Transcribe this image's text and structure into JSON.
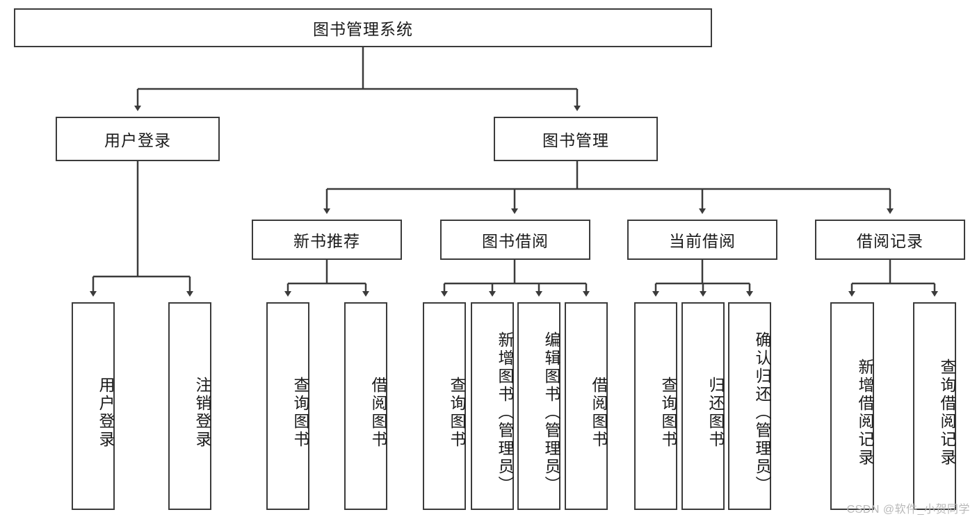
{
  "diagram": {
    "title": "图书管理系统",
    "type": "hierarchy-tree",
    "colors": {
      "box_border": "#3b3b3b",
      "box_fill": "#ffffff",
      "line": "#3b3b3b",
      "text": "#1a1a1a",
      "watermark": "#b9b9b9"
    },
    "root": {
      "label": "图书管理系统"
    },
    "level2": [
      {
        "label": "用户登录"
      },
      {
        "label": "图书管理"
      }
    ],
    "level3": [
      {
        "label": "新书推荐"
      },
      {
        "label": "图书借阅"
      },
      {
        "label": "当前借阅"
      },
      {
        "label": "借阅记录"
      }
    ],
    "leaves": {
      "user_login": [
        {
          "label": "用户登录"
        },
        {
          "label": "注销登录"
        }
      ],
      "new_book_recommend": [
        {
          "label": "查询图书"
        },
        {
          "label": "借阅图书"
        }
      ],
      "book_borrow": [
        {
          "label": "查询图书"
        },
        {
          "label": "新增图书（管理员）"
        },
        {
          "label": "编辑图书（管理员）"
        },
        {
          "label": "借阅图书"
        }
      ],
      "current_borrow": [
        {
          "label": "查询图书"
        },
        {
          "label": "归还图书"
        },
        {
          "label": "确认归还（管理员）"
        }
      ],
      "borrow_record": [
        {
          "label": "新增借阅记录"
        },
        {
          "label": "查询借阅记录"
        }
      ]
    }
  },
  "watermark": {
    "text": "CSDN @软件_小贺同学"
  }
}
